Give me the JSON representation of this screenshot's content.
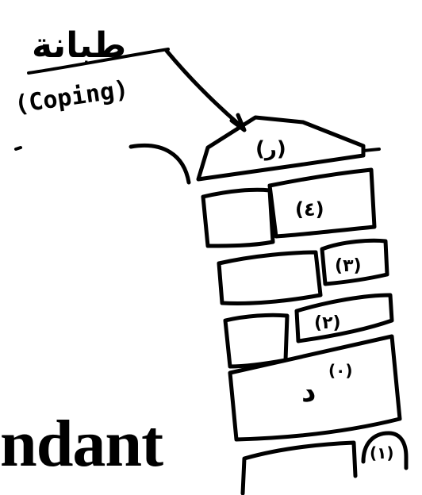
{
  "labels": {
    "arabic_term": "طبانة",
    "english_term": "(Coping)"
  },
  "stones": {
    "coping": "(ر)",
    "s4": "(٤)",
    "s3": "(٣)",
    "s2": "(٢)",
    "s1": "(١)",
    "s0_letter": "د",
    "s0_mark": "(٠)",
    "base": "(١)"
  },
  "cut_text": "ndant",
  "colors": {
    "ink": "#000000",
    "background": "#ffffff"
  }
}
